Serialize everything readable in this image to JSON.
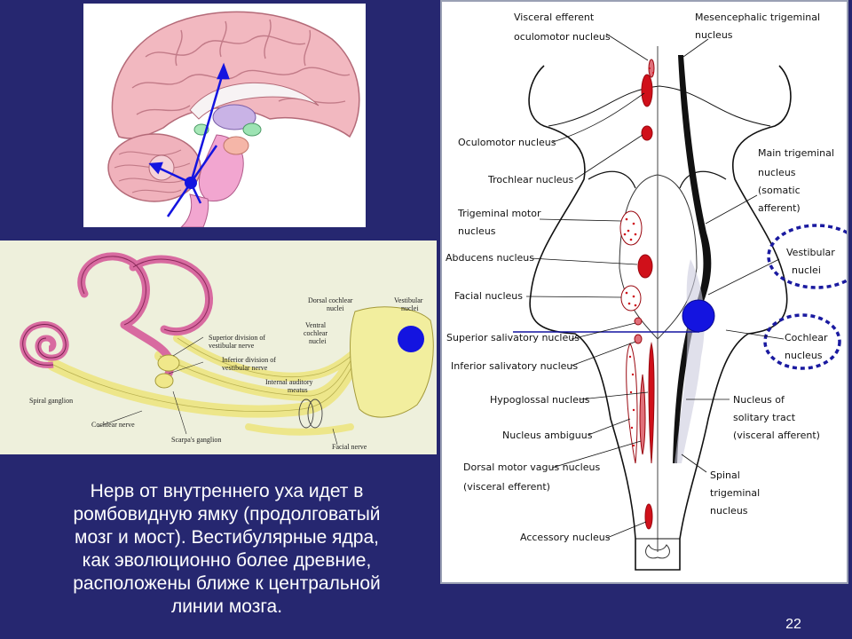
{
  "colors": {
    "background": "#262770",
    "nucleus_red": "#d0101a",
    "marker_blue": "#1414e0",
    "dashed_circle": "#1a1aa0",
    "nerve_yellow": "#f0ec90",
    "labyrinth_pink": "#e07aa8"
  },
  "caption": {
    "lines": [
      "Нерв от внутреннего уха идет в",
      "ромбовидную ямку (продолговатый",
      "мозг и мост). Вестибулярные ядра,",
      "как эволюционно более древние,",
      "расположены ближе к центральной",
      "линии мозга."
    ]
  },
  "page_number": "22",
  "ear_labels": {
    "dorsal_cochlear_1": "Dorsal cochlear",
    "dorsal_cochlear_2": "nuclei",
    "vestibular_1": "Vestibular",
    "vestibular_2": "nuclei",
    "ventral_cochlear_1": "Ventral",
    "ventral_cochlear_2": "cochlear",
    "ventral_cochlear_3": "nuclei",
    "superior_division_1": "Superior division of",
    "superior_division_2": "vestibular nerve",
    "inferior_division_1": "Inferior division of",
    "inferior_division_2": "vestibular nerve",
    "internal_auditory_1": "Internal auditory",
    "internal_auditory_2": "meatus",
    "spiral_ganglion": "Spiral ganglion",
    "cochlear_nerve": "Cochlear nerve",
    "scarpas_ganglion": "Scarpa's ganglion",
    "facial_nerve": "Facial nerve"
  },
  "stem_labels": {
    "visceral_efferent_1": "Visceral efferent",
    "visceral_efferent_2": "oculomotor nucleus",
    "mesencephalic_1": "Mesencephalic trigeminal",
    "mesencephalic_2": "nucleus",
    "oculomotor": "Oculomotor nucleus",
    "trochlear": "Trochlear nucleus",
    "main_trigeminal_1": "Main trigeminal",
    "main_trigeminal_2": "nucleus",
    "main_trigeminal_3": "(somatic",
    "main_trigeminal_4": "afferent)",
    "trigeminal_motor_1": "Trigeminal motor",
    "trigeminal_motor_2": "nucleus",
    "abducens": "Abducens nucleus",
    "vestibular_1": "Vestibular",
    "vestibular_2": "nuclei",
    "facial": "Facial nucleus",
    "cochlear_1": "Cochlear",
    "cochlear_2": "nucleus",
    "superior_salivatory": "Superior salivatory nucleus",
    "inferior_salivatory": "Inferior salivatory nucleus",
    "hypoglossal": "Hypoglossal nucleus",
    "solitary_1": "Nucleus of",
    "solitary_2": "solitary tract",
    "solitary_3": "(visceral afferent)",
    "ambiguus": "Nucleus ambiguus",
    "dorsal_vagus_1": "Dorsal motor vagus nucleus",
    "dorsal_vagus_2": "(visceral efferent)",
    "spinal_trigeminal_1": "Spinal",
    "spinal_trigeminal_2": "trigeminal",
    "spinal_trigeminal_3": "nucleus",
    "accessory": "Accessory nucleus"
  }
}
